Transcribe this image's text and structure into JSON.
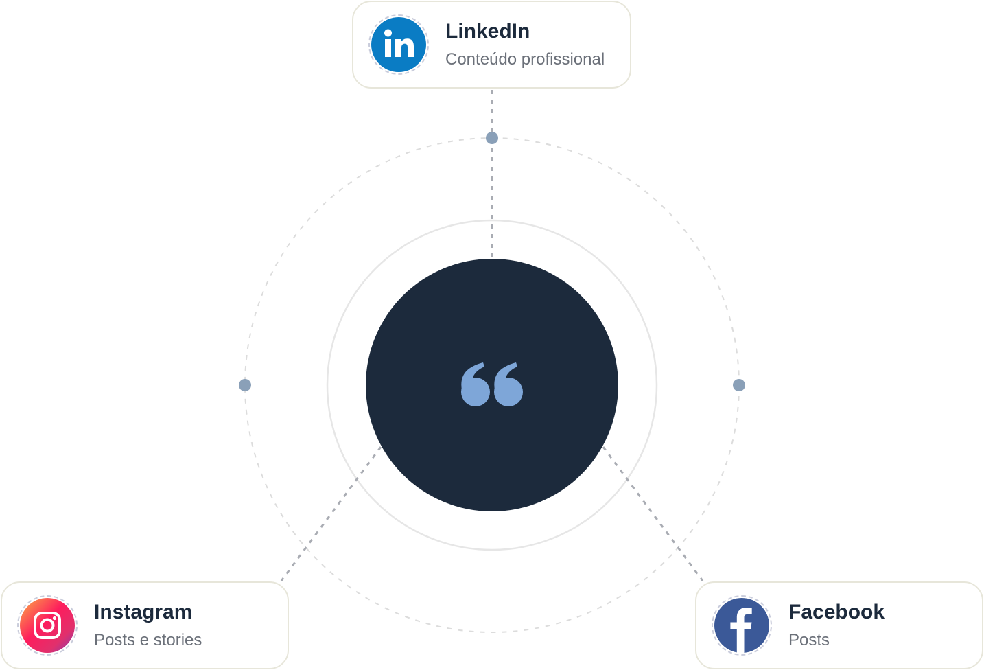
{
  "center": {
    "icon": "quote-icon",
    "fill_color": "#1c2a3c",
    "icon_color": "#7ea6d8"
  },
  "nodes": [
    {
      "id": "linkedin",
      "title": "LinkedIn",
      "subtitle": "Conteúdo profissional",
      "icon": "linkedin-icon",
      "icon_color": "#0a7cc4"
    },
    {
      "id": "instagram",
      "title": "Instagram",
      "subtitle": "Posts e stories",
      "icon": "instagram-icon",
      "icon_colors": [
        "#fcb045",
        "#fd1d1d",
        "#e1306c",
        "#833ab4"
      ]
    },
    {
      "id": "facebook",
      "title": "Facebook",
      "subtitle": "Posts",
      "icon": "facebook-icon",
      "icon_color": "#3b5998"
    }
  ],
  "colors": {
    "card_border": "#e7e6da",
    "connector": "#a9acb3",
    "orbit_dot": "#8aa0b8",
    "title_text": "#1c2a3c",
    "subtitle_text": "#6b7079"
  }
}
